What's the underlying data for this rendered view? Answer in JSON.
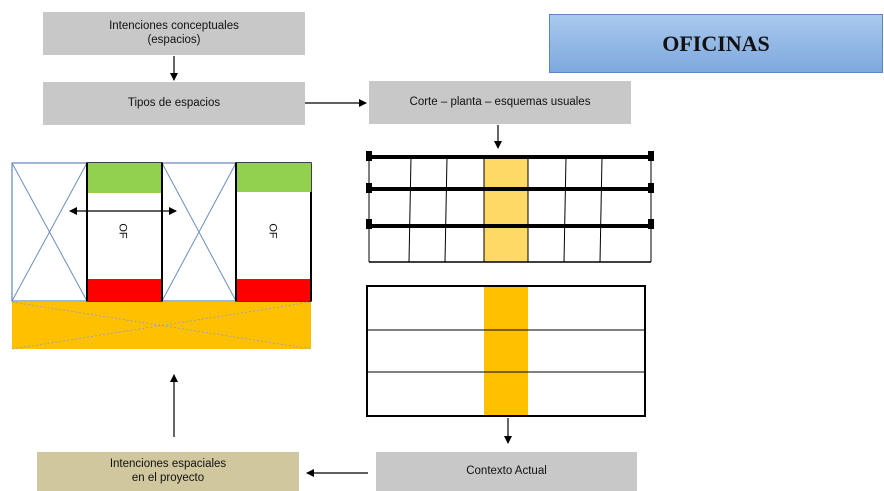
{
  "title": "OFICINAS",
  "boxes": {
    "intenciones_conceptuales": "Intenciones conceptuales\n(espacios)",
    "tipos_espacios": "Tipos de espacios",
    "corte_planta": "Corte – planta – esquemas usuales",
    "contexto_actual": "Contexto Actual",
    "intenciones_espaciales": "Intenciones espaciales\nen el proyecto"
  },
  "diagram": {
    "module_label": "OF",
    "colors": {
      "green": "#92d050",
      "red": "#ff0000",
      "yellow_base": "#ffc000",
      "light_yellow": "#ffd966",
      "blue_line": "#6c8ebf"
    }
  }
}
